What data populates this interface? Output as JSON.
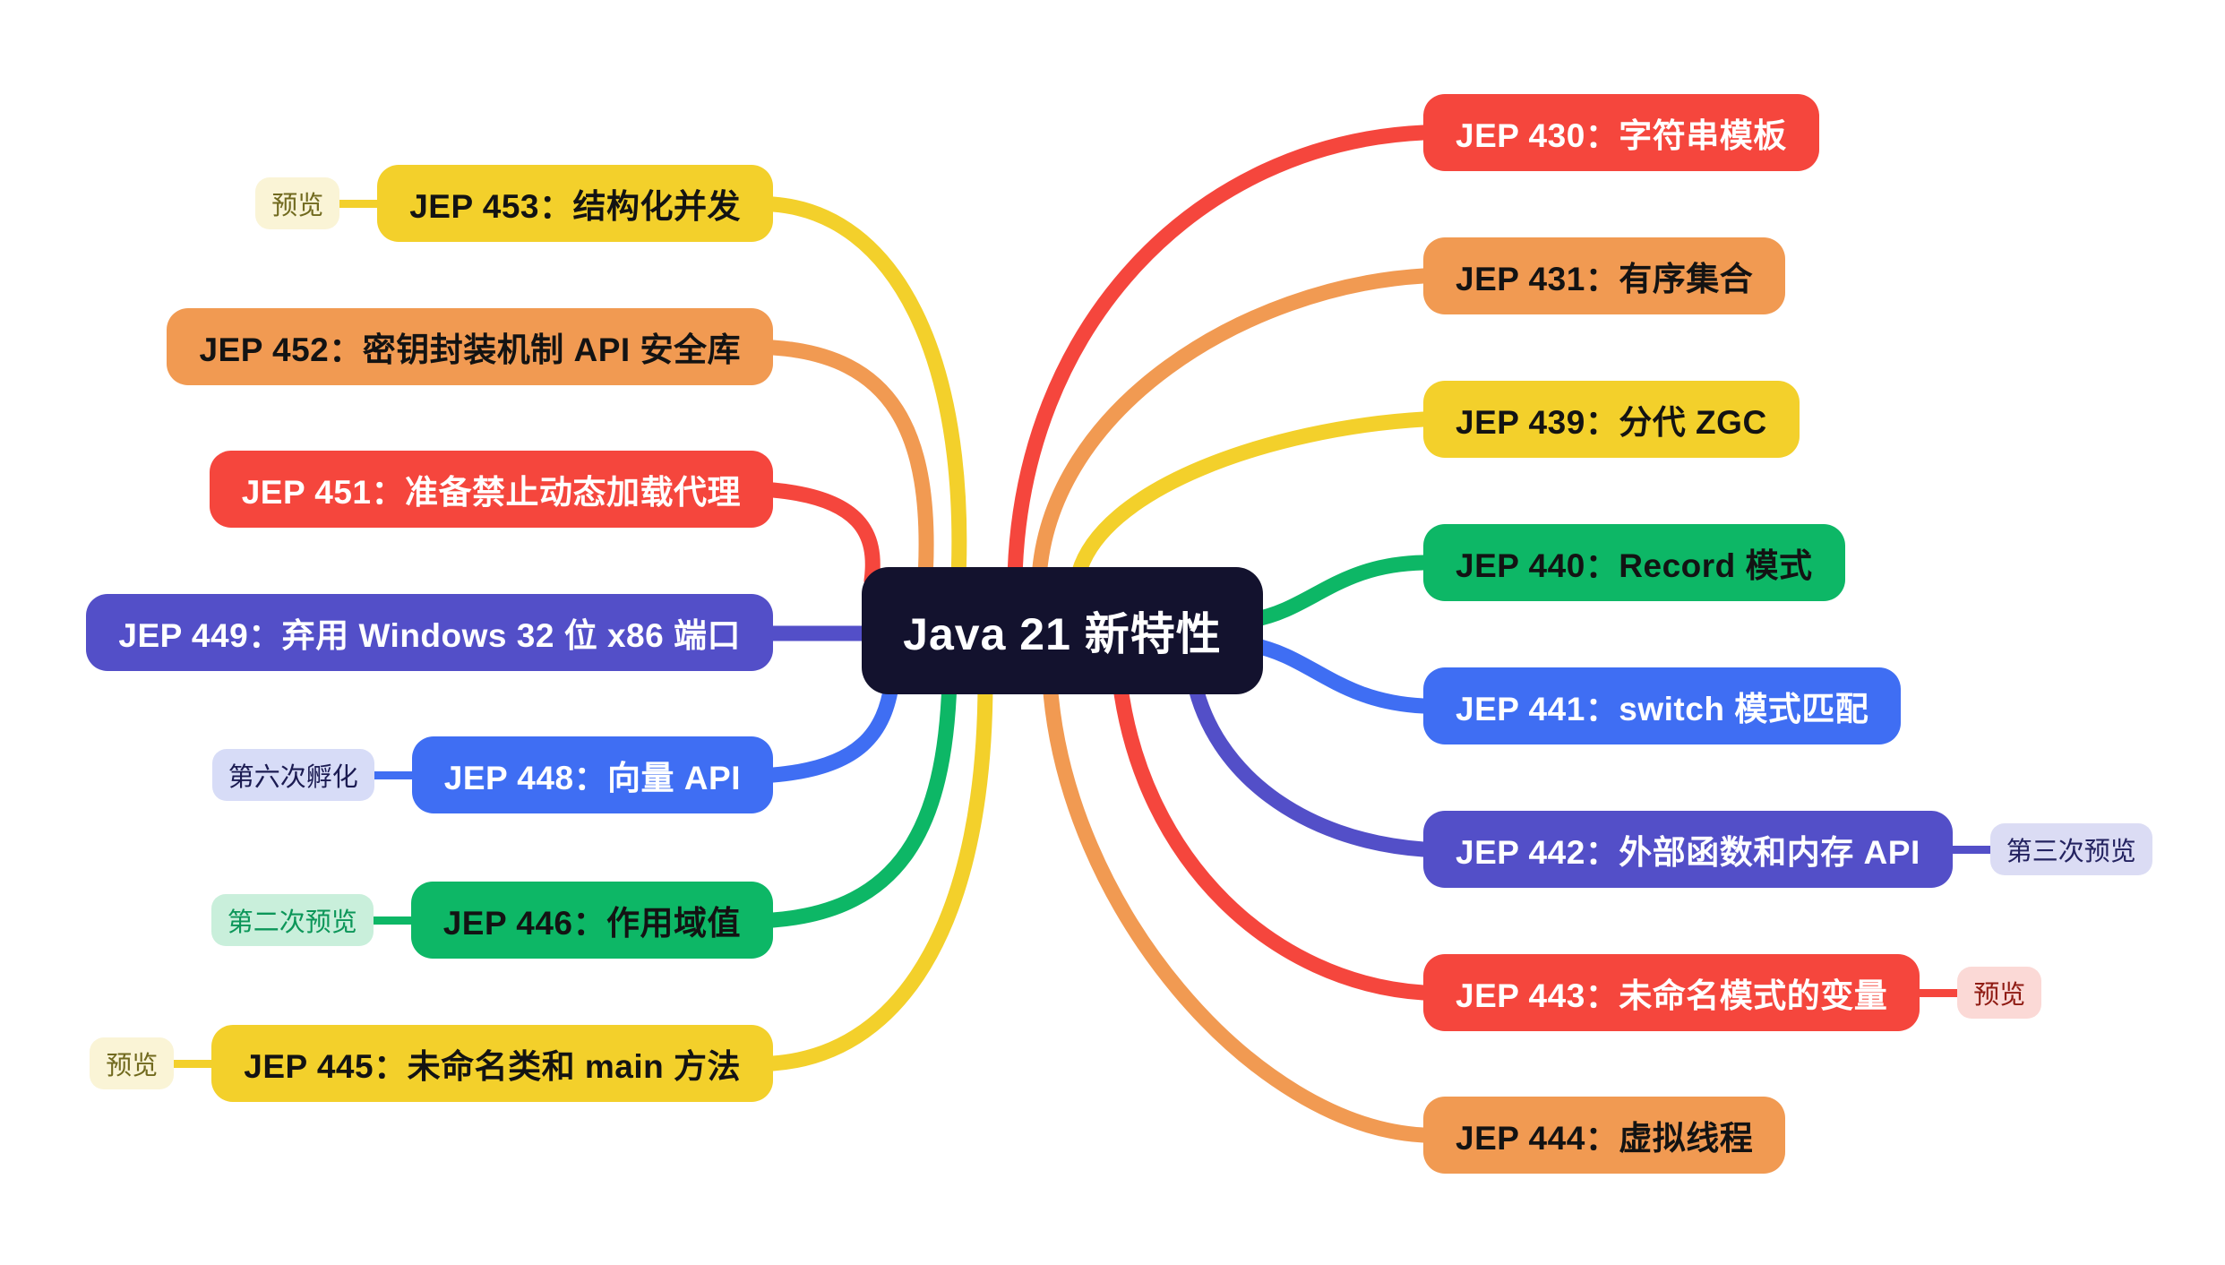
{
  "title": {
    "label": "Java 21 新特性"
  },
  "colors": {
    "yellow": "#F3D02B",
    "orange": "#F19A52",
    "red": "#F5463D",
    "indigo": "#534FC8",
    "blue": "#3F6EF3",
    "green": "#0DB766",
    "center_bg": "#13122E",
    "center_text": "#FFFFFF"
  },
  "left_branches": [
    {
      "id": "jep-453",
      "label": "JEP 453：结构化并发",
      "color": "#F3D02B",
      "text_color": "#131313",
      "tag": "预览",
      "tag_bg": "#FAF4D6",
      "tag_color": "#716A1F"
    },
    {
      "id": "jep-452",
      "label": "JEP 452：密钥封装机制 API 安全库",
      "color": "#F19A52",
      "text_color": "#131313"
    },
    {
      "id": "jep-451",
      "label": "JEP 451：准备禁止动态加载代理",
      "color": "#F5463D",
      "text_color": "#FFFFFF"
    },
    {
      "id": "jep-449",
      "label": "JEP 449：弃用 Windows 32 位 x86 端口",
      "color": "#534FC8",
      "text_color": "#FFFFFF"
    },
    {
      "id": "jep-448",
      "label": "JEP 448：向量 API",
      "color": "#3F6EF3",
      "text_color": "#FFFFFF",
      "tag": "第六次孵化",
      "tag_bg": "#D7DCF7",
      "tag_color": "#1B1B52"
    },
    {
      "id": "jep-446",
      "label": "JEP 446：作用域值",
      "color": "#0DB766",
      "text_color": "#131313",
      "tag": "第二次预览",
      "tag_bg": "#C9EFDB",
      "tag_color": "#0C9659"
    },
    {
      "id": "jep-445",
      "label": "JEP 445：未命名类和 main 方法",
      "color": "#F3D02B",
      "text_color": "#131313",
      "tag": "预览",
      "tag_bg": "#FAF4D6",
      "tag_color": "#716A1F"
    }
  ],
  "right_branches": [
    {
      "id": "jep-430",
      "label": "JEP 430：字符串模板",
      "color": "#F5463D",
      "text_color": "#FFFFFF"
    },
    {
      "id": "jep-431",
      "label": "JEP 431：有序集合",
      "color": "#F19A52",
      "text_color": "#131313"
    },
    {
      "id": "jep-439",
      "label": "JEP 439：分代 ZGC",
      "color": "#F3D02B",
      "text_color": "#131313"
    },
    {
      "id": "jep-440",
      "label": "JEP 440：Record 模式",
      "color": "#0DB766",
      "text_color": "#131313"
    },
    {
      "id": "jep-441",
      "label": "JEP 441：switch 模式匹配",
      "color": "#3F6EF3",
      "text_color": "#FFFFFF"
    },
    {
      "id": "jep-442",
      "label": "JEP 442：外部函数和内存 API",
      "color": "#534FC8",
      "text_color": "#FFFFFF",
      "tag": "第三次预览",
      "tag_bg": "#DBDCF4",
      "tag_color": "#232260"
    },
    {
      "id": "jep-443",
      "label": "JEP 443：未命名模式的变量",
      "color": "#F5463D",
      "text_color": "#FFFFFF",
      "tag": "预览",
      "tag_bg": "#FBD9D6",
      "tag_color": "#8F1B13"
    },
    {
      "id": "jep-444",
      "label": "JEP 444：虚拟线程",
      "color": "#F19A52",
      "text_color": "#131313"
    }
  ]
}
